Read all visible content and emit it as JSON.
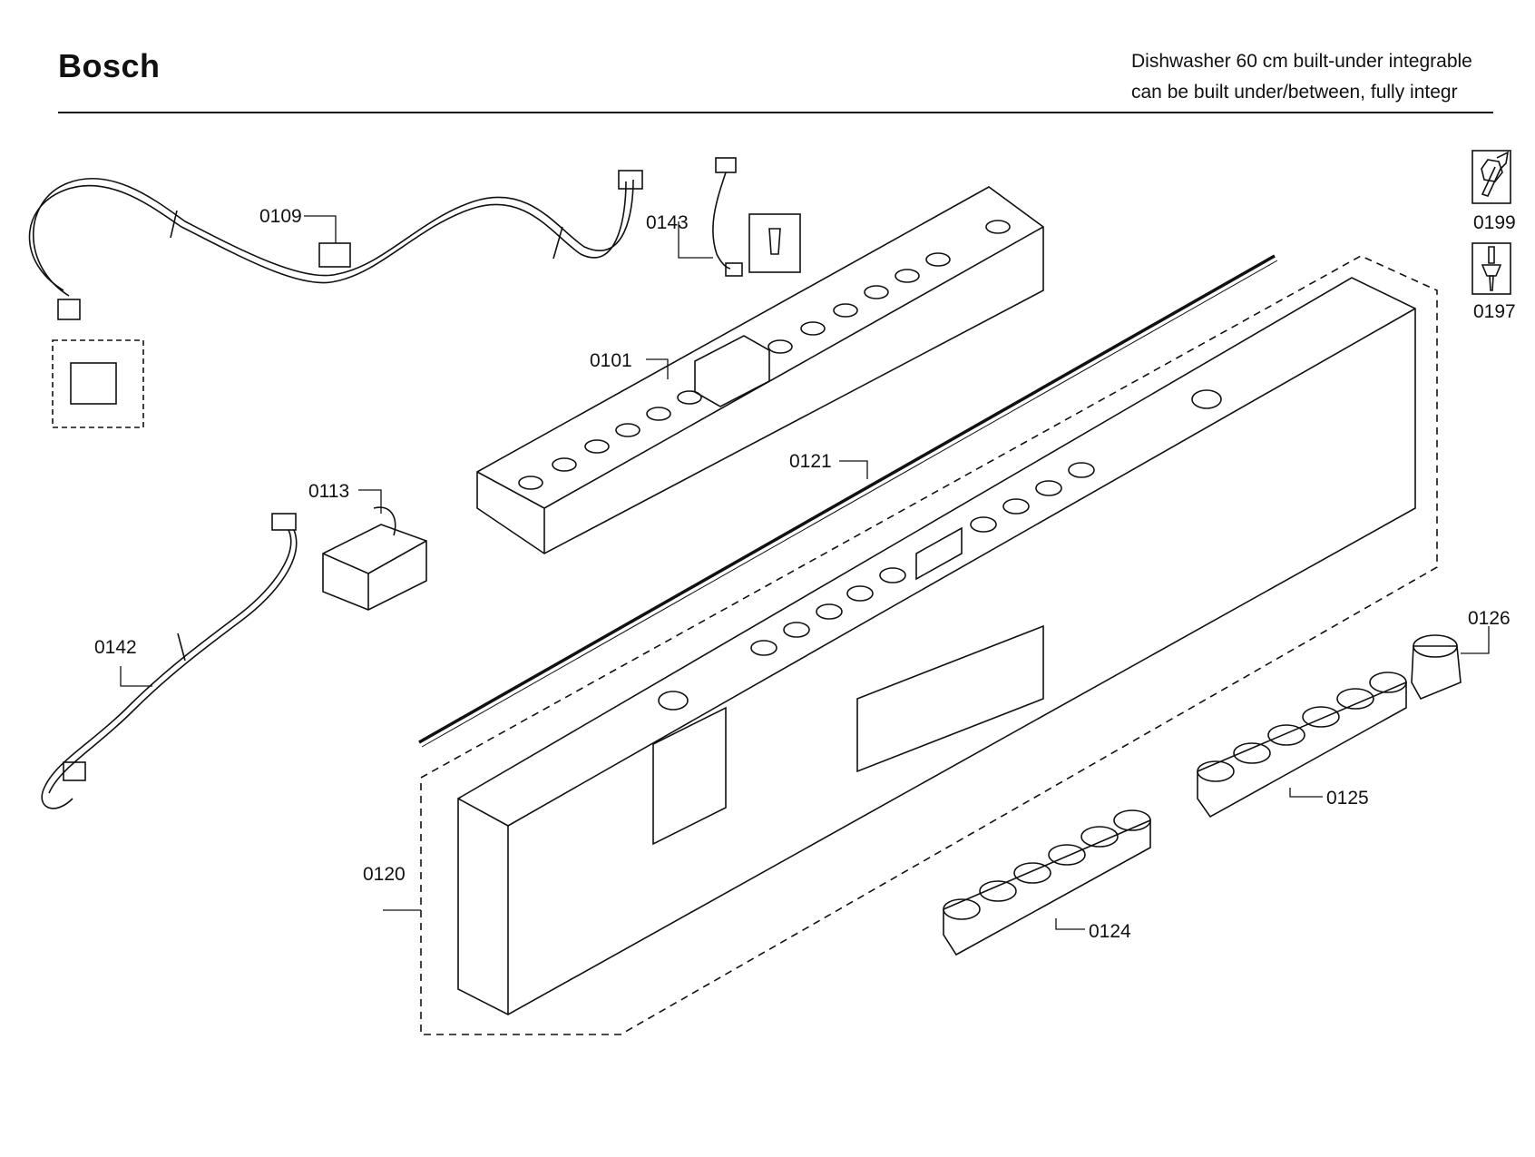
{
  "header": {
    "brand": "Bosch",
    "subtitle_line1": "Dishwasher 60 cm built-under integrable",
    "subtitle_line2": "can be built under/between, fully integr"
  },
  "tools": [
    {
      "code": "0199",
      "icon": "wrench-nut-icon"
    },
    {
      "code": "0197",
      "icon": "screwdriver-icon"
    }
  ],
  "parts": {
    "p0109": "0109",
    "p0143": "0143",
    "p0101": "0101",
    "p0121": "0121",
    "p0113": "0113",
    "p0142": "0142",
    "p0120": "0120",
    "p0126": "0126",
    "p0125": "0125",
    "p0124": "0124"
  }
}
